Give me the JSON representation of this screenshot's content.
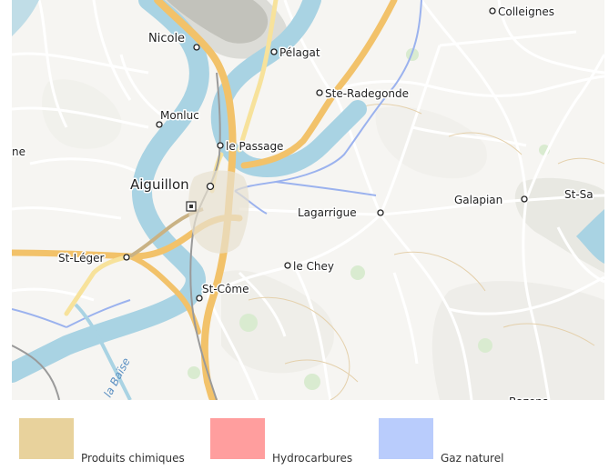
{
  "map": {
    "places": [
      {
        "id": "colleignes",
        "label": "Colleignes",
        "size": "small"
      },
      {
        "id": "nicole",
        "label": "Nicole",
        "size": "mid"
      },
      {
        "id": "pelagat",
        "label": "Pélagat",
        "size": "small"
      },
      {
        "id": "ste-radegonde",
        "label": "Ste-Radegonde",
        "size": "small"
      },
      {
        "id": "monluc",
        "label": "Monluc",
        "size": "small"
      },
      {
        "id": "le-passage",
        "label": "le Passage",
        "size": "small"
      },
      {
        "id": "aiguillon",
        "label": "Aiguillon",
        "size": "big"
      },
      {
        "id": "lagarrigue",
        "label": "Lagarrigue",
        "size": "small"
      },
      {
        "id": "galapian",
        "label": "Galapian",
        "size": "small"
      },
      {
        "id": "st-sa",
        "label": "St-Sa",
        "size": "small"
      },
      {
        "id": "st-leger",
        "label": "St-Léger",
        "size": "small"
      },
      {
        "id": "le-chey",
        "label": "le Chey",
        "size": "small"
      },
      {
        "id": "st-come",
        "label": "St-Côme",
        "size": "small"
      },
      {
        "id": "ne-edge",
        "label": "ne",
        "size": "small"
      },
      {
        "id": "bazens",
        "label": "Bazens",
        "size": "small"
      }
    ],
    "water_labels": [
      {
        "id": "baise",
        "label": "la Baïse"
      }
    ],
    "colors": {
      "river": "#a9d3e3",
      "road_major": "#f2c26a",
      "road_secondary": "#f7e29b",
      "road_minor": "#ffffff",
      "railway": "#9a9a9a",
      "gas_pipeline": "#9bb2ee",
      "chemical_pipeline": "#c9b284",
      "relief": "#d2d2cc"
    }
  },
  "legend": {
    "items": [
      {
        "id": "chimiques",
        "label": "Produits chimiques",
        "color": "#e8d29c"
      },
      {
        "id": "hydrocarbures",
        "label": "Hydrocarbures",
        "color": "#ff9e9e"
      },
      {
        "id": "gaz",
        "label": "Gaz naturel",
        "color": "#b9ccfc"
      }
    ]
  }
}
